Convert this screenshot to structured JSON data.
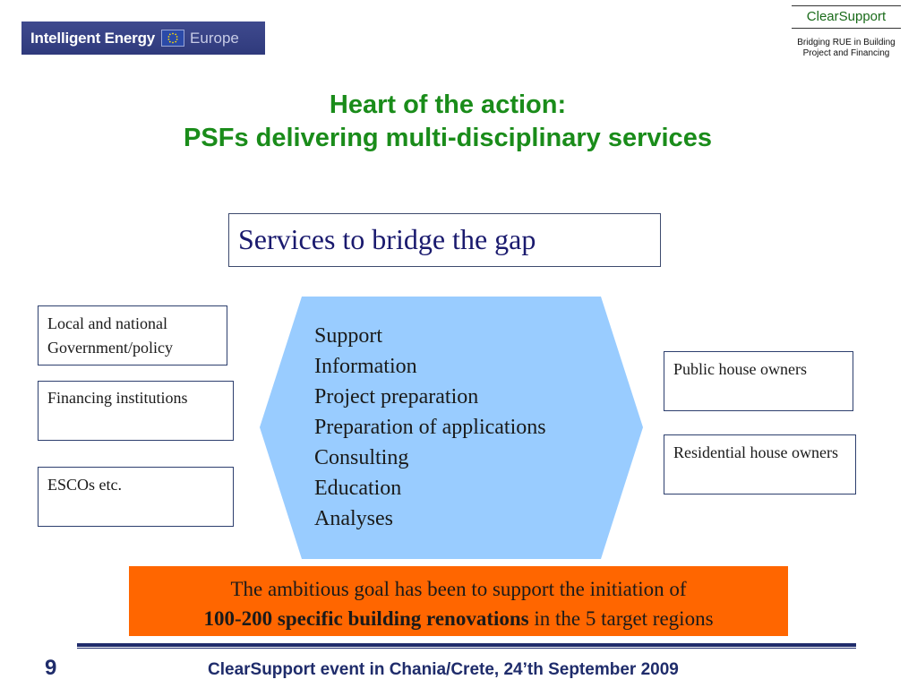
{
  "logos": {
    "intelligent_energy": "Intelligent Energy",
    "europe": "Europe",
    "clearsupport_name": "ClearSupport",
    "clearsupport_tag_1": "Bridging RUE in Building",
    "clearsupport_tag_2": "Project and Financing"
  },
  "title": {
    "line1": "Heart of the action:",
    "line2": "PSFs delivering multi-disciplinary services"
  },
  "services_heading": "Services to bridge the gap",
  "left_boxes": [
    "Local and national Government/policy",
    "Financing institutions",
    "ESCOs etc."
  ],
  "right_boxes": [
    "Public house owners",
    "Residential house owners"
  ],
  "services": [
    "Support",
    "Information",
    "Project preparation",
    "Preparation of applications",
    "Consulting",
    "Education",
    "Analyses"
  ],
  "goal": {
    "line1": "The ambitious goal has been to support the initiation of",
    "bold": "100-200 specific building renovations",
    "rest": " in the 5 target regions"
  },
  "footer": {
    "slide_number": "9",
    "text": "ClearSupport event in Chania/Crete, 24’th September 2009"
  },
  "colors": {
    "title": "#1a8c1a",
    "hexagon": "#99ccff",
    "goal_box": "#ff6600",
    "footer": "#1f2c6b"
  }
}
